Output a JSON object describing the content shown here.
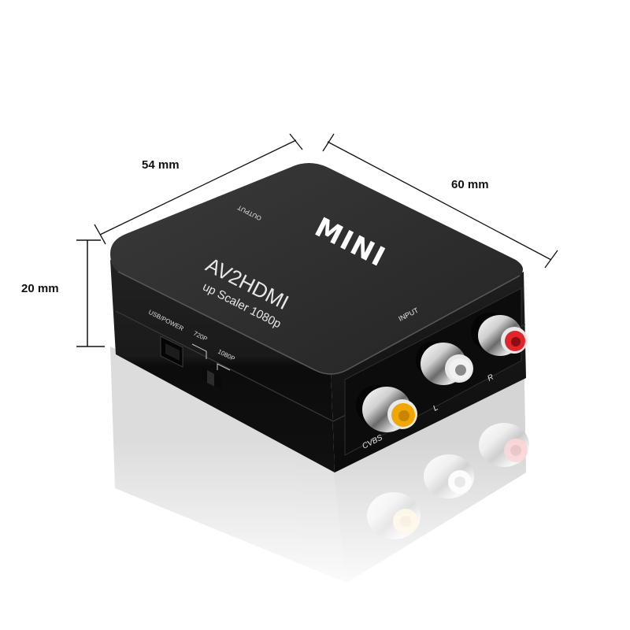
{
  "dimensions": {
    "width": {
      "label": "54 mm",
      "value": 54,
      "unit": "mm"
    },
    "depth": {
      "label": "60 mm",
      "value": 60,
      "unit": "mm"
    },
    "height": {
      "label": "20 mm",
      "value": 20,
      "unit": "mm"
    }
  },
  "device": {
    "brand_mark": "MINI",
    "title": "AV2HDMI",
    "subtitle": "up Scaler 1080p",
    "top_labels": {
      "output": "OUTPUT",
      "input": "INPUT"
    },
    "side_labels": {
      "usb_power": "USB/POWER",
      "switch_720p": "720P",
      "switch_1080p": "1080P"
    },
    "ports": [
      {
        "label": "CVBS",
        "color": "#f0a800",
        "inner": "#c98400"
      },
      {
        "label": "L",
        "color": "#f2f2f2",
        "inner": "#8a8a8a"
      },
      {
        "label": "R",
        "color": "#e0252b",
        "inner": "#8c0d12"
      }
    ],
    "body_color": "#2b2b2b",
    "side_color": "#151515"
  }
}
